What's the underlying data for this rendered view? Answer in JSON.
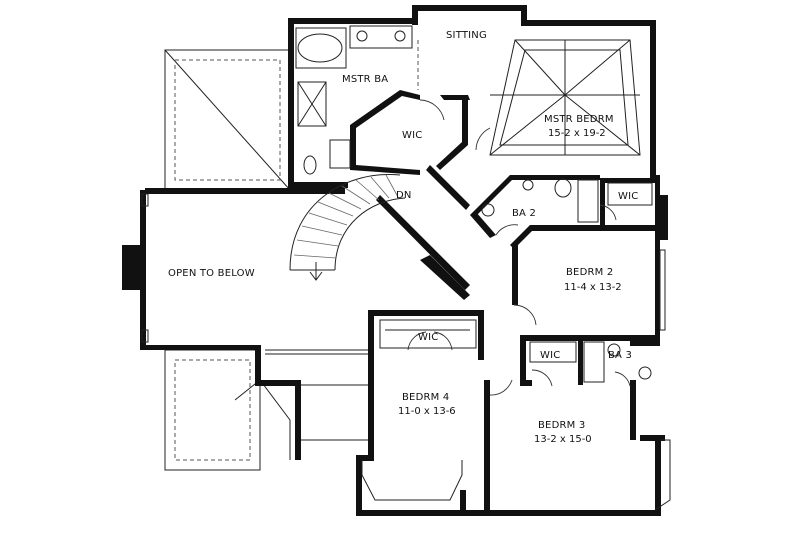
{
  "rooms": {
    "sitting": "SITTING",
    "mstr_ba": "MSTR BA",
    "mstr_bedrm": {
      "name": "MSTR BEDRM",
      "size": "15-2 x 19-2"
    },
    "wic_master": "WIC",
    "dn": "DN",
    "ba2": "BA 2",
    "wic_ba2": "WIC",
    "open_to_below": "OPEN TO BELOW",
    "bedrm2": {
      "name": "BEDRM 2",
      "size": "11-4 x 13-2"
    },
    "wic_bedrm4": "WIC",
    "wic_bedrm3": "WIC",
    "ba3": "BA 3",
    "bedrm4": {
      "name": "BEDRM 4",
      "size": "11-0 x 13-6"
    },
    "bedrm3": {
      "name": "BEDRM 3",
      "size": "13-2 x 15-0"
    }
  }
}
